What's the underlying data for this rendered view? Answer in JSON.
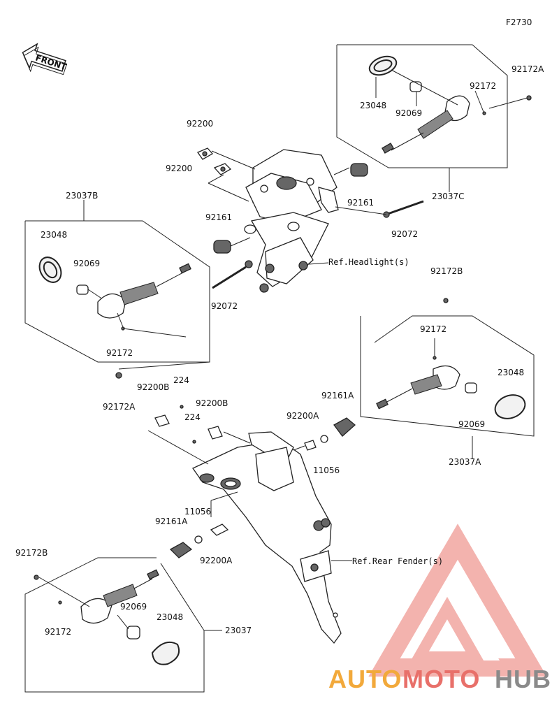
{
  "diagram": {
    "code": "F2730",
    "front_label": "FRONT",
    "refs": {
      "headlight": "Ref.Headlight(s)",
      "rear_fender": "Ref.Rear Fender(s)"
    },
    "parts": {
      "p23037": "23037",
      "p23037A": "23037A",
      "p23037B": "23037B",
      "p23037C": "23037C",
      "p23048": "23048",
      "p92069": "92069",
      "p92172": "92172",
      "p92172A": "92172A",
      "p92172B": "92172B",
      "p92200": "92200",
      "p92200A": "92200A",
      "p92200B": "92200B",
      "p92161": "92161",
      "p92161A": "92161A",
      "p92072": "92072",
      "p224": "224",
      "p11056": "11056"
    }
  },
  "watermark": {
    "part1": "AUTO",
    "part2": "MOTO",
    "part3": "HUB",
    "colors": {
      "auto": "#f2a93b",
      "moto": "#e8706a",
      "hub": "#8a8a8a",
      "triangle": "#ef9a94"
    }
  }
}
